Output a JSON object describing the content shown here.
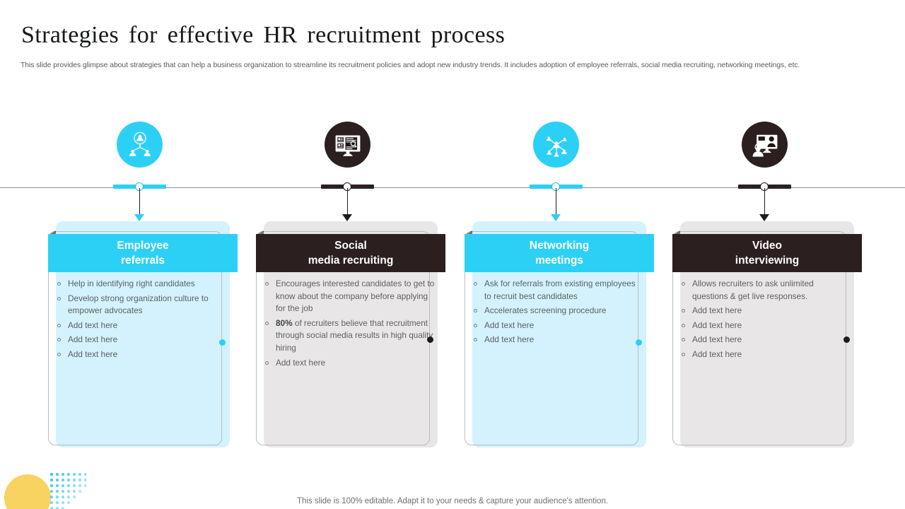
{
  "header": {
    "title": "Strategies for effective HR recruitment process",
    "subtitle": "This slide provides glimpse about strategies that can help a business organization to streamline its recruitment policies and adopt new industry trends. It includes adoption of employee referrals, social media recruiting, networking meetings, etc."
  },
  "footer": {
    "note": "This slide is 100% editable. Adapt it to your needs & capture your audience's attention."
  },
  "colors": {
    "cyan": "#2DD0F5",
    "cyan_light": "#D3F2FD",
    "dark": "#2B1F20",
    "gray_light": "#E9E6E7",
    "timeline": "#8e8f91",
    "sun": "#f9d362"
  },
  "cards": [
    {
      "title_line1": "Employee",
      "title_line2": "referrals",
      "theme": "cyan",
      "icon": "employee-referrals-icon",
      "bullets": [
        {
          "text": "Help in identifying right candidates",
          "bold_prefix": ""
        },
        {
          "text": "Develop strong organization culture to empower advocates",
          "bold_prefix": ""
        },
        {
          "text": "Add text here",
          "bold_prefix": ""
        },
        {
          "text": "Add text here",
          "bold_prefix": ""
        },
        {
          "text": "Add text here",
          "bold_prefix": ""
        }
      ]
    },
    {
      "title_line1": "Social",
      "title_line2": "media recruiting",
      "theme": "dark",
      "icon": "social-media-recruiting-icon",
      "bullets": [
        {
          "text": "Encourages interested candidates to get to know about the company before applying for the job",
          "bold_prefix": ""
        },
        {
          "text": " of recruiters believe that recruitment through social media results in high quality hiring",
          "bold_prefix": "80%"
        },
        {
          "text": "Add text here",
          "bold_prefix": ""
        }
      ]
    },
    {
      "title_line1": "Networking",
      "title_line2": "meetings",
      "theme": "cyan",
      "icon": "networking-meetings-icon",
      "bullets": [
        {
          "text": "Ask for referrals from existing employees to recruit best candidates",
          "bold_prefix": ""
        },
        {
          "text": "Accelerates screening procedure",
          "bold_prefix": ""
        },
        {
          "text": "Add text here",
          "bold_prefix": ""
        },
        {
          "text": "Add text here",
          "bold_prefix": ""
        }
      ]
    },
    {
      "title_line1": "Video",
      "title_line2": "interviewing",
      "theme": "dark",
      "icon": "video-interviewing-icon",
      "bullets": [
        {
          "text": "Allows recruiters to ask unlimited questions & get live responses.",
          "bold_prefix": ""
        },
        {
          "text": "Add text here",
          "bold_prefix": ""
        },
        {
          "text": "Add text here",
          "bold_prefix": ""
        },
        {
          "text": "Add text here",
          "bold_prefix": ""
        },
        {
          "text": "Add text here",
          "bold_prefix": ""
        }
      ]
    }
  ]
}
